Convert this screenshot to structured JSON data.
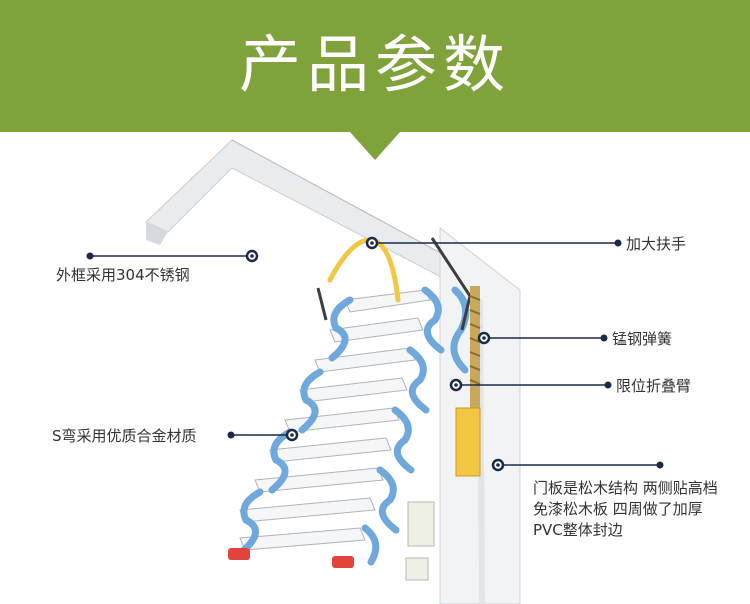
{
  "banner": {
    "title": "产品参数",
    "color": "#7fa23a"
  },
  "callouts": {
    "frame": "外框采用304不锈钢",
    "handrail": "加大扶手",
    "spring": "锰钢弹簧",
    "arm": "限位折叠臂",
    "alloy": "S弯采用优质合金材质",
    "door": "门板是松木结构 两侧贴高档免漆松木板 四周做了加厚PVC整体封边"
  },
  "colors": {
    "arm_blue": "#6fa8dc",
    "rail_yellow": "#f2c744",
    "leader": "#1b2a4a"
  }
}
